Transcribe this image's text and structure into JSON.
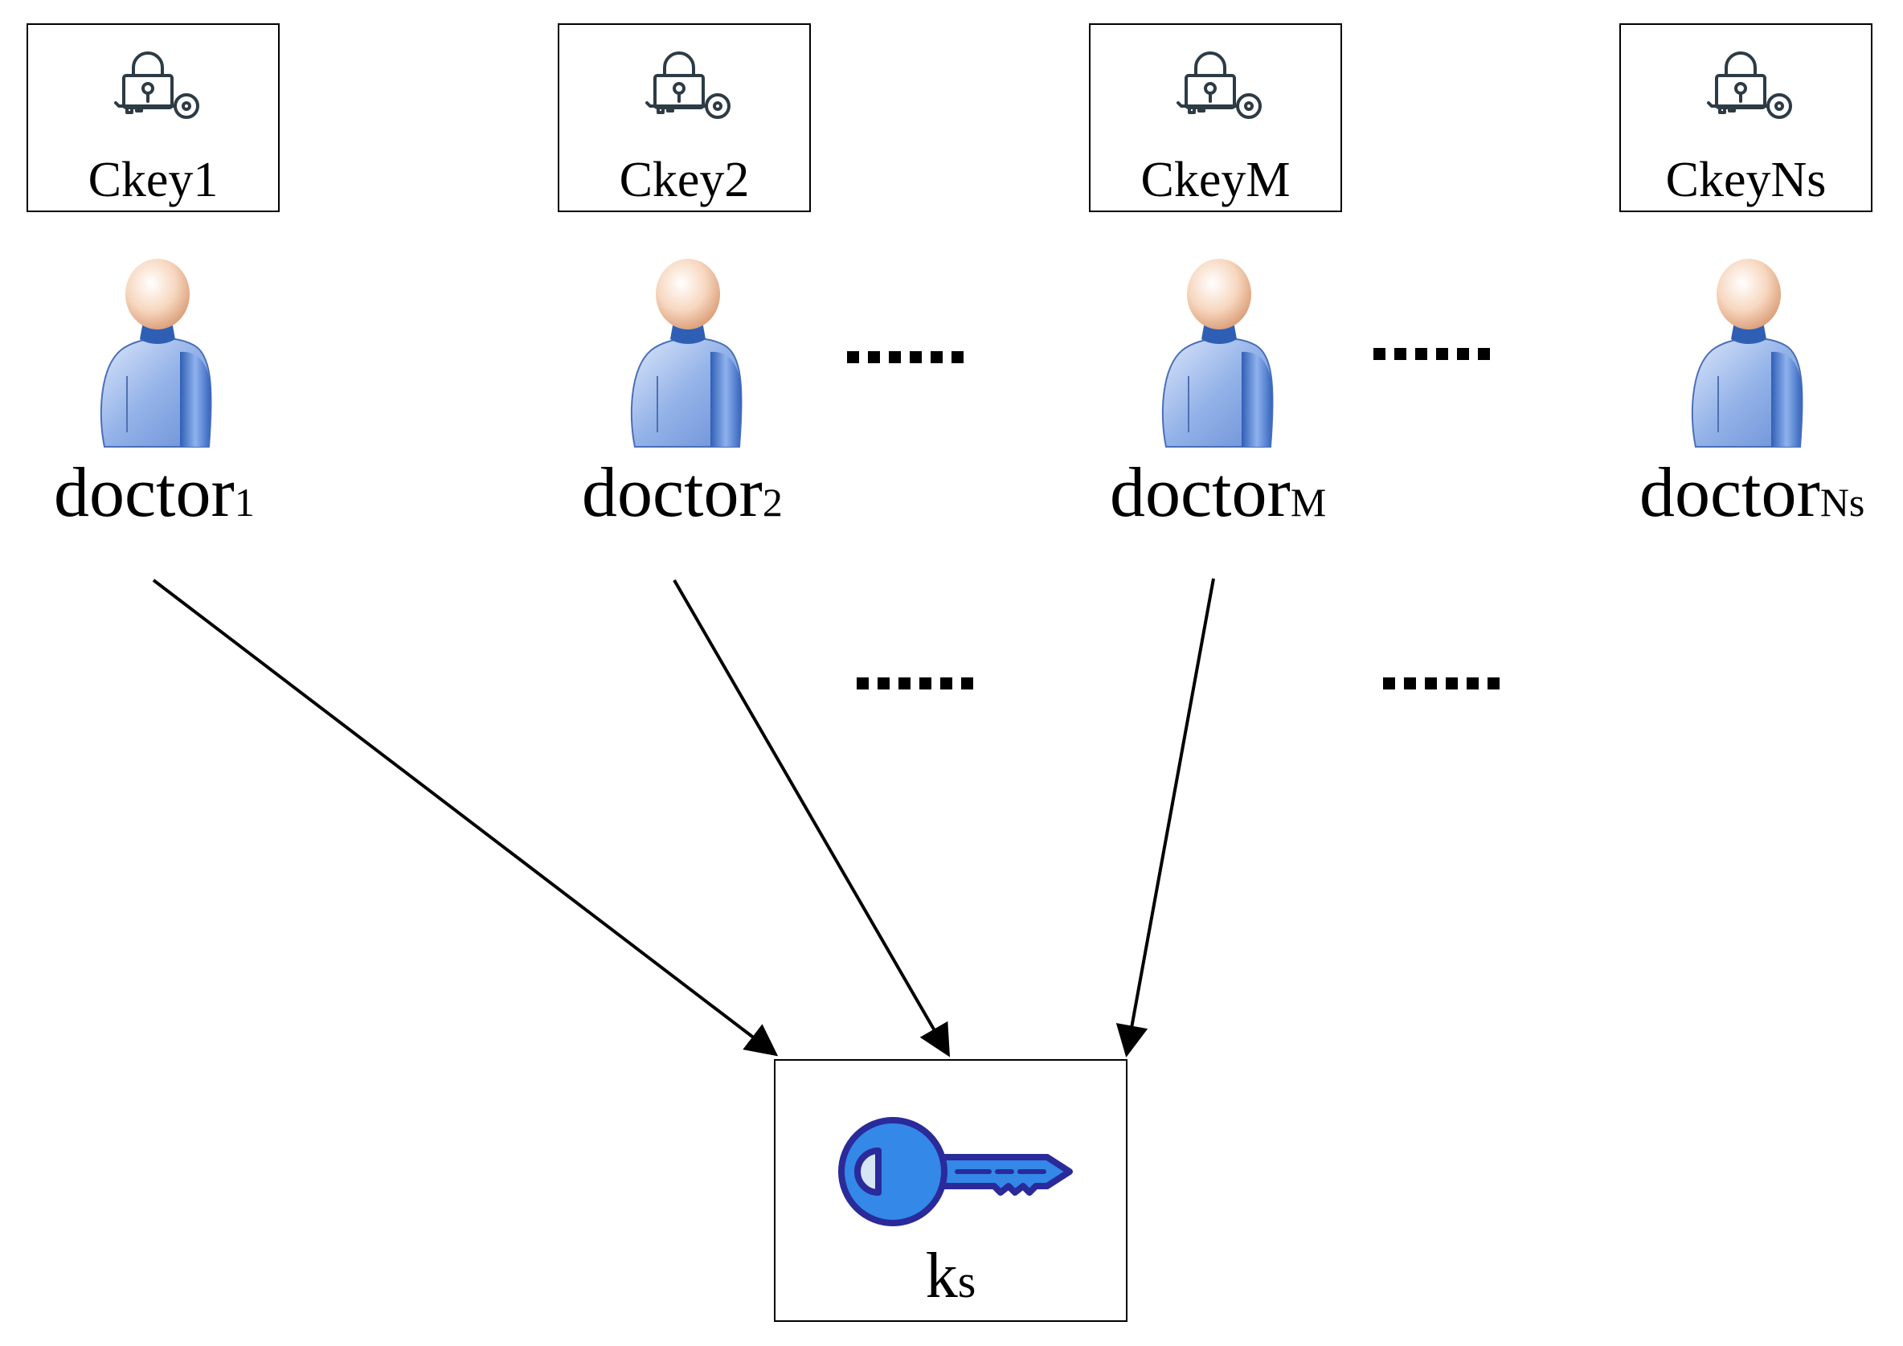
{
  "key_boxes": [
    {
      "label": "Ckey1",
      "icon": "padlock-key-icon"
    },
    {
      "label": "Ckey2",
      "icon": "padlock-key-icon"
    },
    {
      "label": "CkeyM",
      "icon": "padlock-key-icon"
    },
    {
      "label": "CkeyNs",
      "icon": "padlock-key-icon"
    }
  ],
  "doctors": [
    {
      "name": "doctor",
      "sub": "1",
      "icon": "user-icon"
    },
    {
      "name": "doctor",
      "sub": "2",
      "icon": "user-icon"
    },
    {
      "name": "doctor",
      "sub": "M",
      "icon": "user-icon"
    },
    {
      "name": "doctor",
      "sub": "Ns",
      "icon": "user-icon"
    }
  ],
  "ellipsis": "......",
  "target": {
    "name": "k",
    "sub": "s",
    "icon": "key-icon"
  },
  "colors": {
    "line": "#000000",
    "lock_icon": "#2d3b45",
    "key_fill": "#3388e8",
    "key_outline": "#2a2a9a",
    "shirt": "#8fb0e6",
    "collar": "#2f5fb5",
    "skin": "#f5c9a8"
  }
}
